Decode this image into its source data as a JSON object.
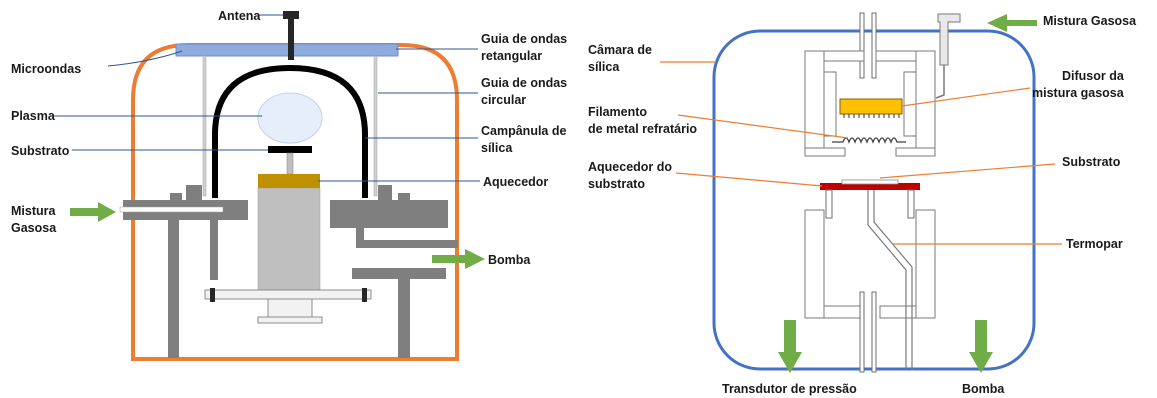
{
  "left_diagram": {
    "labels": {
      "antena": "Antena",
      "microondas": "Microondas",
      "guia_retangular_1": "Guia de ondas",
      "guia_retangular_2": "retangular",
      "guia_circular_1": "Guia de ondas",
      "guia_circular_2": "circular",
      "plasma": "Plasma",
      "substrato": "Substrato",
      "campanula_1": "Campânula de",
      "campanula_2": "sílica",
      "aquecedor": "Aquecedor",
      "mistura_1": "Mistura",
      "mistura_2": "Gasosa",
      "bomba": "Bomba"
    }
  },
  "right_diagram": {
    "labels": {
      "mistura_gasosa": "Mistura Gasosa",
      "camara_1": "Câmara de",
      "camara_2": "sílica",
      "difusor_1": "Difusor da",
      "difusor_2": "mistura gasosa",
      "filamento_1": "Filamento",
      "filamento_2": "de metal refratário",
      "aquecedor_1": "Aquecedor do",
      "aquecedor_2": "substrato",
      "substrato": "Substrato",
      "termopar": "Termopar",
      "transdutor": "Transdutor de pressão",
      "bomba": "Bomba"
    }
  },
  "colors": {
    "chamber_orange": "#ed7d31",
    "chamber_blue": "#4472c4",
    "arrow_green": "#70ad47",
    "gray": "#7f7f7f",
    "leader_blue": "#2f5597",
    "leader_orange": "#ed7d31",
    "heater_gold": "#bf9000",
    "substrate_red": "#c00000",
    "waveguide_blue": "#8faadc"
  }
}
